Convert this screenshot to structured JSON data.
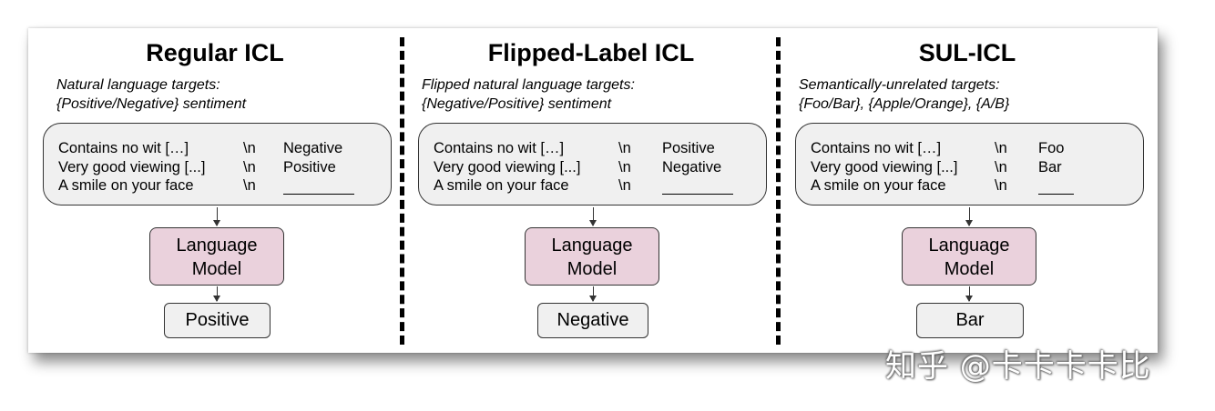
{
  "panels": [
    {
      "title": "Regular ICL",
      "subtitle_line1": "Natural language targets:",
      "subtitle_line2": "{Positive/Negative} sentiment",
      "examples": [
        {
          "text": "Contains no wit […]",
          "sep": "\\n",
          "label": "Negative"
        },
        {
          "text": "Very good viewing [...]",
          "sep": "\\n",
          "label": "Positive"
        },
        {
          "text": "A smile on your face",
          "sep": "\\n",
          "label": ""
        }
      ],
      "model_line1": "Language",
      "model_line2": "Model",
      "output": "Positive"
    },
    {
      "title": "Flipped-Label ICL",
      "subtitle_line1": "Flipped natural language targets:",
      "subtitle_line2": "{Negative/Positive} sentiment",
      "examples": [
        {
          "text": "Contains no wit […]",
          "sep": "\\n",
          "label": "Positive"
        },
        {
          "text": "Very good viewing [...]",
          "sep": "\\n",
          "label": "Negative"
        },
        {
          "text": "A smile on your face",
          "sep": "\\n",
          "label": ""
        }
      ],
      "model_line1": "Language",
      "model_line2": "Model",
      "output": "Negative"
    },
    {
      "title": "SUL-ICL",
      "subtitle_line1": "Semantically-unrelated targets:",
      "subtitle_line2": "{Foo/Bar}, {Apple/Orange}, {A/B}",
      "examples": [
        {
          "text": "Contains no wit […]",
          "sep": "\\n",
          "label": "Foo"
        },
        {
          "text": "Very good viewing [...]",
          "sep": "\\n",
          "label": "Bar"
        },
        {
          "text": "A smile on your face",
          "sep": "\\n",
          "label": ""
        }
      ],
      "model_line1": "Language",
      "model_line2": "Model",
      "output": "Bar"
    }
  ],
  "watermark": "知乎 @卡卡卡卡比"
}
